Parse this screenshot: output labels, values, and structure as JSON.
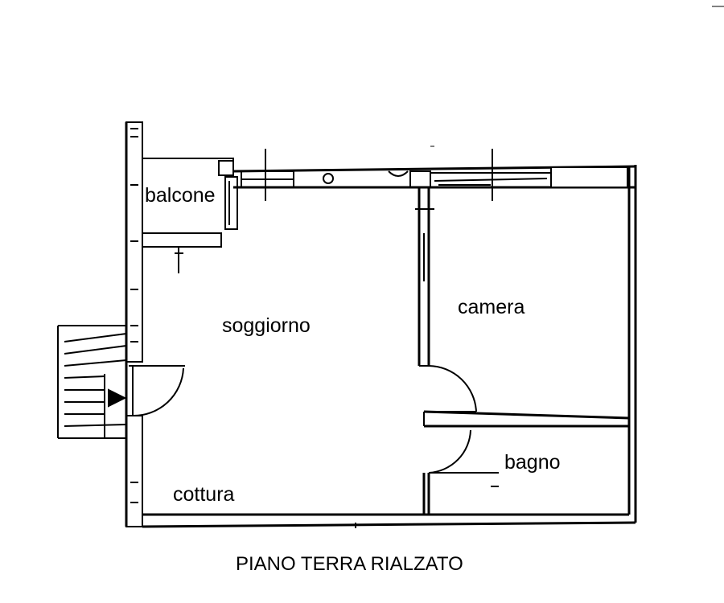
{
  "rooms": {
    "balcone": "balcone",
    "soggiorno": "soggiorno",
    "camera": "camera",
    "bagno": "bagno",
    "cottura": "cottura"
  },
  "caption": "PIANO TERRA RIALZATO",
  "colors": {
    "ink": "#000000",
    "background": "#ffffff"
  }
}
